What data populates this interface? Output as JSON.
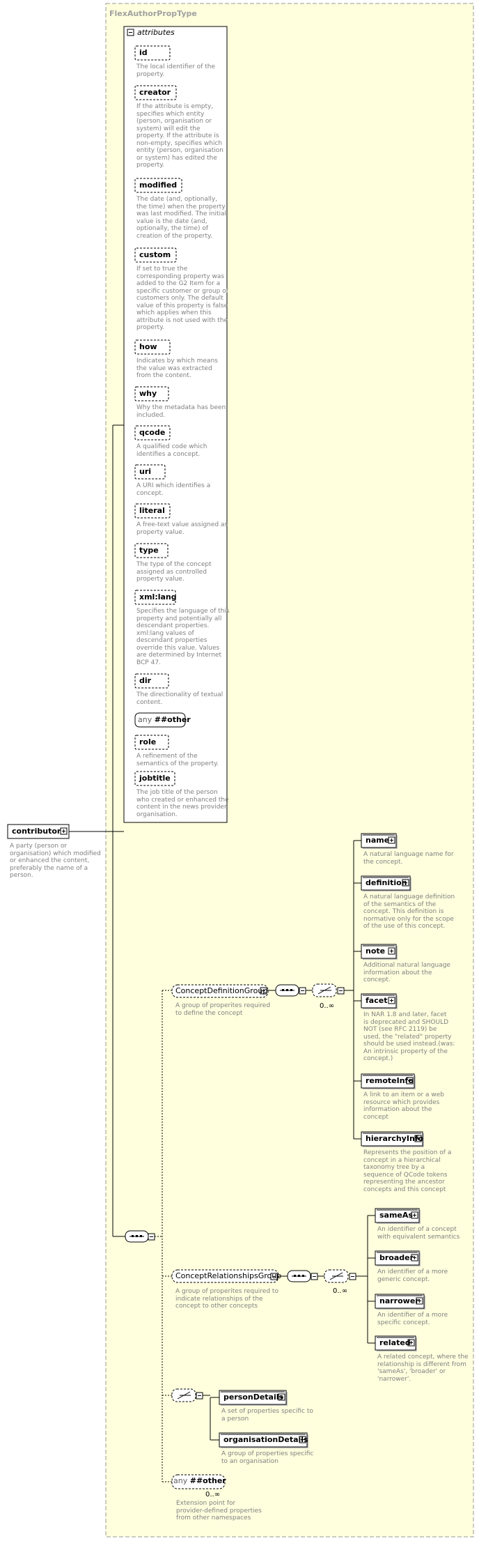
{
  "type_name": "FlexAuthorPropType",
  "attributes_header": "attributes",
  "attributes": [
    {
      "name": "id",
      "desc": "The local identifier of the\nproperty."
    },
    {
      "name": "creator",
      "desc": "If the attribute is empty,\nspecifies which entity\n(person, organisation or\nsystem) will edit the\nproperty. If the attribute is\nnon-empty, specifies which\nentity (person, organisation\nor system) has edited the\nproperty."
    },
    {
      "name": "modified",
      "desc": "The date (and, optionally,\nthe time) when the property\nwas last modified. The initial\nvalue is the date (and,\noptionally, the time) of\ncreation of the property."
    },
    {
      "name": "custom",
      "desc": "If set to true the\ncorresponding property was\nadded to the G2 Item for a\nspecific customer or group of\ncustomers only. The default\nvalue of this property is false\nwhich applies when this\nattribute is not used with the\nproperty."
    },
    {
      "name": "how",
      "desc": "Indicates by which means\nthe value was extracted\nfrom the content."
    },
    {
      "name": "why",
      "desc": "Why the metadata has been\nincluded."
    },
    {
      "name": "qcode",
      "desc": "A qualified code which\nidentifies a concept."
    },
    {
      "name": "uri",
      "desc": "A URI which identifies a\nconcept."
    },
    {
      "name": "literal",
      "desc": "A free-text value assigned as\nproperty value."
    },
    {
      "name": "type",
      "desc": "The type of the concept\nassigned as controlled\nproperty value."
    },
    {
      "name": "xml:lang",
      "desc": "Specifies the language of this\nproperty and potentially all\ndescendant properties.\nxml:lang values of\ndescendant properties\noverride this value. Values\nare determined by Internet\nBCP 47."
    },
    {
      "name": "dir",
      "desc": "The directionality of textual\ncontent."
    },
    {
      "name": "role",
      "desc": "A refinement of the\nsemantics of the property."
    },
    {
      "name": "jobtitle",
      "desc": "The job title of the person\nwho created or enhanced the\ncontent in the news provider\norganisation."
    }
  ],
  "any_attribute": {
    "prefix": "any",
    "value": "##other"
  },
  "root": {
    "name": "contributor",
    "desc": "A party (person or\norganisation) which modified\nor enhanced the content,\npreferably the name of a\nperson."
  },
  "concept_definition_group": {
    "name": "ConceptDefinitionGroup",
    "desc": "A group of properites required\nto define the concept",
    "occurrence": "0..∞",
    "elements": [
      {
        "name": "name",
        "desc": "A natural language name for\nthe concept."
      },
      {
        "name": "definition",
        "desc": "A natural language definition\nof the semantics of the\nconcept. This definition is\nnormative only for the scope\nof the use of this concept."
      },
      {
        "name": "note",
        "desc": "Additional natural language\ninformation about the\nconcept."
      },
      {
        "name": "facet",
        "desc": "In NAR 1.8 and later, facet\nis deprecated and SHOULD\nNOT (see RFC 2119) be\nused, the \"related\" property\nshould be used instead.(was:\nAn intrinsic property of the\nconcept.)"
      },
      {
        "name": "remoteInfo",
        "desc": "A link to an item or a web\nresource which provides\ninformation about the\nconcept"
      },
      {
        "name": "hierarchyInfo",
        "desc": "Represents the position of a\nconcept in a hierarchical\ntaxonomy tree by a\nsequence of QCode tokens\nrepresenting the ancestor\nconcepts and this concept"
      }
    ]
  },
  "concept_relationships_group": {
    "name": "ConceptRelationshipsGroup",
    "desc": "A group of properites required to\nindicate relationships of the\nconcept to other concepts",
    "occurrence": "0..∞",
    "elements": [
      {
        "name": "sameAs",
        "desc": "An identifier of a concept\nwith equivalent semantics"
      },
      {
        "name": "broader",
        "desc": "An identifier of a more\ngeneric concept."
      },
      {
        "name": "narrower",
        "desc": "An identifier of a more\nspecific concept."
      },
      {
        "name": "related",
        "desc": "A related concept, where the\nrelationship is different from\n'sameAs', 'broader' or\n'narrower'."
      }
    ]
  },
  "choice_elements": [
    {
      "name": "personDetails",
      "desc": "A set of properties specific to\na person"
    },
    {
      "name": "organisationDetails",
      "desc": "A group of properties specific\nto an organisation"
    }
  ],
  "any_element": {
    "prefix": "any",
    "value": "##other",
    "occurrence": "0..∞",
    "desc": "Extension point for\nprovider-defined properties\nfrom other namespaces"
  },
  "colors": {
    "line": "#000000",
    "frame": "#999999",
    "type_bg": "#ffffde",
    "box_bg": "#ffffff",
    "desc": "#808080"
  }
}
